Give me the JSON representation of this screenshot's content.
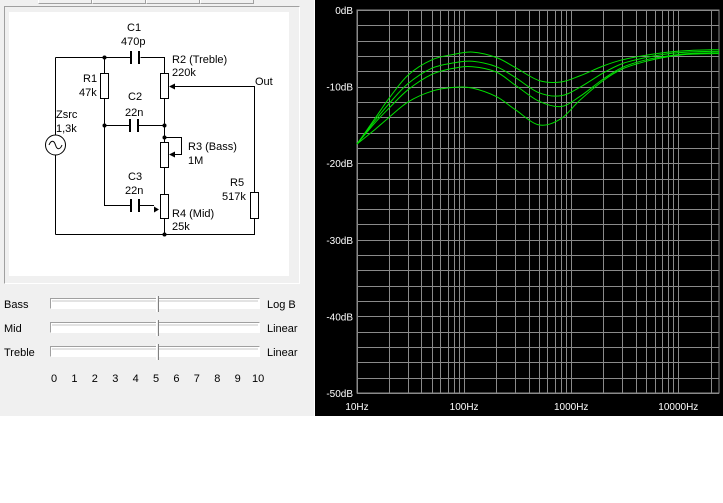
{
  "schematic": {
    "labels": {
      "c1": "C1",
      "c1_val": "470p",
      "r2": "R2 (Treble)",
      "r2_val": "220k",
      "r1": "R1",
      "r1_val": "47k",
      "c2": "C2",
      "c2_val": "22n",
      "out": "Out",
      "zsrc": "Zsrc",
      "zsrc_val": "1,3k",
      "r3": "R3 (Bass)",
      "r3_val": "1M",
      "c3": "C3",
      "c3_val": "22n",
      "r5": "R5",
      "r5_val": "517k",
      "r4": "R4 (Mid)",
      "r4_val": "25k"
    }
  },
  "controls": {
    "sliders": [
      {
        "label": "Bass",
        "taper": "Log B",
        "value": 5
      },
      {
        "label": "Mid",
        "taper": "Linear",
        "value": 5
      },
      {
        "label": "Treble",
        "taper": "Linear",
        "value": 5
      }
    ],
    "scale": [
      "0",
      "1",
      "2",
      "3",
      "4",
      "5",
      "6",
      "7",
      "8",
      "9",
      "10"
    ]
  },
  "chart_data": {
    "type": "line",
    "x_scale": "log",
    "xlim": [
      10,
      24000
    ],
    "ylim": [
      -50,
      0
    ],
    "x_tick_labels": [
      "10Hz",
      "100Hz",
      "1000Hz",
      "10000Hz"
    ],
    "y_tick_labels": [
      "0dB",
      "-10dB",
      "-20dB",
      "-30dB",
      "-40dB",
      "-50dB"
    ],
    "grid": true,
    "line_color": "#00e000",
    "series": [
      {
        "x": [
          10,
          15,
          20,
          30,
          50,
          80,
          120,
          200,
          300,
          500,
          800,
          1200,
          2000,
          3000,
          5000,
          8000,
          12000,
          20000,
          24000
        ],
        "y": [
          -17.5,
          -14,
          -11.5,
          -8.5,
          -6.5,
          -5.8,
          -5.5,
          -6.2,
          -7.5,
          -9.2,
          -9.4,
          -8.6,
          -7.3,
          -6.5,
          -5.9,
          -5.5,
          -5.3,
          -5.2,
          -5.2
        ]
      },
      {
        "x": [
          10,
          15,
          20,
          30,
          50,
          80,
          120,
          200,
          300,
          500,
          800,
          1200,
          2000,
          3000,
          5000,
          8000,
          12000,
          20000,
          24000
        ],
        "y": [
          -17.5,
          -14.3,
          -12.2,
          -9.6,
          -7.6,
          -6.9,
          -6.7,
          -7.4,
          -8.8,
          -10.8,
          -11.2,
          -10.1,
          -8.2,
          -7,
          -6.2,
          -5.7,
          -5.5,
          -5.4,
          -5.4
        ]
      },
      {
        "x": [
          10,
          15,
          20,
          30,
          50,
          80,
          120,
          200,
          300,
          500,
          800,
          1200,
          2000,
          3000,
          5000,
          8000,
          12000,
          20000,
          24000
        ],
        "y": [
          -17.5,
          -14.6,
          -12.8,
          -10.4,
          -8.4,
          -7.6,
          -7.4,
          -8.1,
          -9.8,
          -11.9,
          -12.6,
          -11.3,
          -9,
          -7.5,
          -6.5,
          -6,
          -5.7,
          -5.6,
          -5.6
        ]
      },
      {
        "x": [
          10,
          15,
          20,
          30,
          50,
          80,
          120,
          200,
          300,
          500,
          800,
          1200,
          2000,
          3000,
          5000,
          8000,
          12000,
          20000,
          24000
        ],
        "y": [
          -17.5,
          -15.5,
          -14,
          -12,
          -10.6,
          -10.1,
          -10.2,
          -11.3,
          -13,
          -15,
          -14.2,
          -11.8,
          -9.2,
          -7.7,
          -6.7,
          -6.1,
          -5.8,
          -5.7,
          -5.7
        ]
      }
    ]
  }
}
